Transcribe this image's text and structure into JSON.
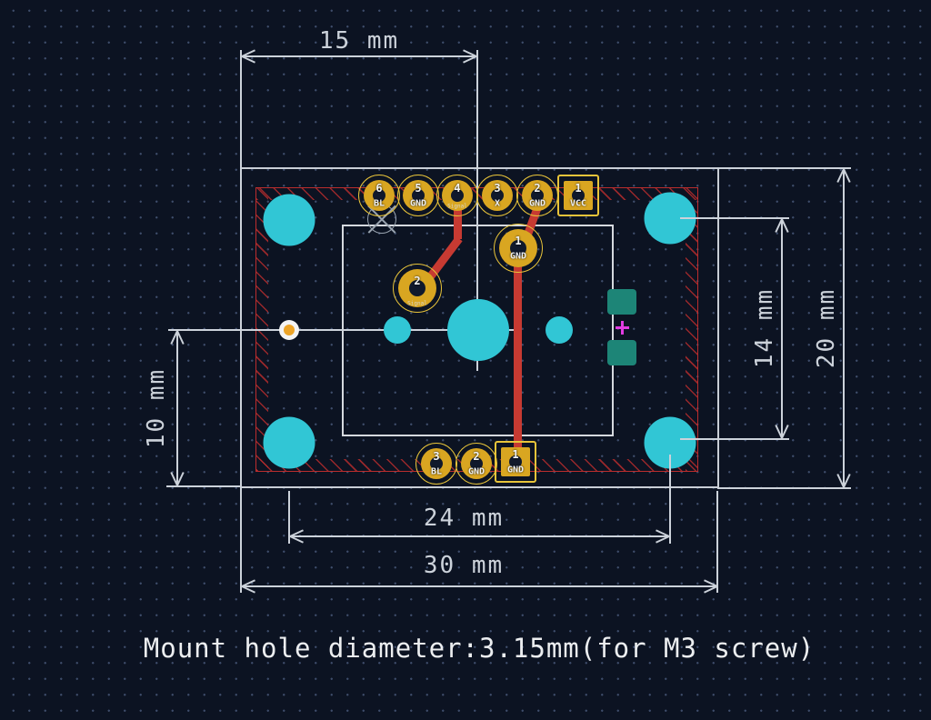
{
  "view": {
    "type": "pcb-layout-canvas",
    "background_color": "#0c1322",
    "grid_dot_color": "#3e4d6b"
  },
  "dimensions": {
    "top": {
      "label": "15 mm"
    },
    "left": {
      "label": "10 mm"
    },
    "right_inner": {
      "label": "14 mm"
    },
    "right_outer": {
      "label": "20 mm"
    },
    "bottom_inner": {
      "label": "24 mm"
    },
    "bottom_outer": {
      "label": "30 mm"
    }
  },
  "note": "Mount hole diameter:3.15mm(for M3 screw)",
  "pads": {
    "top_row": [
      {
        "num": "6",
        "name": "BL"
      },
      {
        "num": "5",
        "name": "GND"
      },
      {
        "num": "4",
        "name": "Signal"
      },
      {
        "num": "3",
        "name": "X"
      },
      {
        "num": "2",
        "name": "GND"
      },
      {
        "num": "1",
        "name": "VCC"
      }
    ],
    "center": [
      {
        "num": "1",
        "name": "GND"
      },
      {
        "num": "2",
        "name": "Signal"
      }
    ],
    "bottom_row": [
      {
        "num": "3",
        "name": "BL"
      },
      {
        "num": "2",
        "name": "GND"
      },
      {
        "num": "1",
        "name": "GND"
      }
    ]
  },
  "colors": {
    "hole_cyan": "#31c6d5",
    "pad_gold": "#d9a621",
    "pad_outline_yellow": "#e8c43a",
    "trace_red": "#c73a32",
    "board_edge_red": "#bb2d2d",
    "line_white": "#ccd2da",
    "smd_teal": "#1d8577",
    "marker_magenta": "#e23ce2",
    "via_orange": "#eda427"
  }
}
